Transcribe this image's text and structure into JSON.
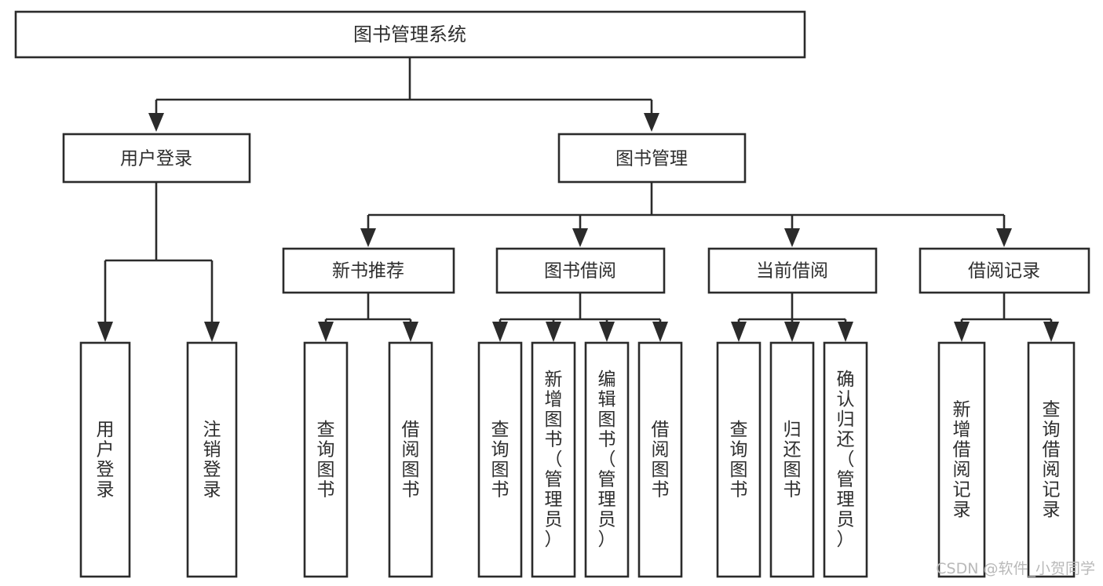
{
  "diagram": {
    "type": "tree-hierarchy-flowchart",
    "title": "图书管理系统",
    "orientation": "top-down",
    "levels": 4,
    "root": {
      "id": "root",
      "label": "图书管理系统",
      "text_orientation": "horizontal"
    },
    "level2": [
      {
        "id": "user-login",
        "label": "用户登录",
        "text_orientation": "horizontal"
      },
      {
        "id": "book-management",
        "label": "图书管理",
        "text_orientation": "horizontal"
      }
    ],
    "level3": [
      {
        "id": "new-book-recommend",
        "label": "新书推荐",
        "text_orientation": "horizontal",
        "parent": "book-management"
      },
      {
        "id": "book-borrow",
        "label": "图书借阅",
        "text_orientation": "horizontal",
        "parent": "book-management"
      },
      {
        "id": "current-borrow",
        "label": "当前借阅",
        "text_orientation": "horizontal",
        "parent": "book-management"
      },
      {
        "id": "borrow-record",
        "label": "借阅记录",
        "text_orientation": "horizontal",
        "parent": "book-management"
      }
    ],
    "leaves": [
      {
        "id": "leaf-user-login",
        "label": "用户登录",
        "text_orientation": "vertical",
        "parent": "user-login"
      },
      {
        "id": "leaf-logout",
        "label": "注销登录",
        "text_orientation": "vertical",
        "parent": "user-login"
      },
      {
        "id": "leaf-query-book-1",
        "label": "查询图书",
        "text_orientation": "vertical",
        "parent": "new-book-recommend"
      },
      {
        "id": "leaf-borrow-book-1",
        "label": "借阅图书",
        "text_orientation": "vertical",
        "parent": "new-book-recommend"
      },
      {
        "id": "leaf-query-book-2",
        "label": "查询图书",
        "text_orientation": "vertical",
        "parent": "book-borrow"
      },
      {
        "id": "leaf-add-book",
        "label": "新增图书（管理员）",
        "text_orientation": "vertical",
        "parent": "book-borrow"
      },
      {
        "id": "leaf-edit-book",
        "label": "编辑图书（管理员）",
        "text_orientation": "vertical",
        "parent": "book-borrow"
      },
      {
        "id": "leaf-borrow-book-2",
        "label": "借阅图书",
        "text_orientation": "vertical",
        "parent": "book-borrow"
      },
      {
        "id": "leaf-query-book-3",
        "label": "查询图书",
        "text_orientation": "vertical",
        "parent": "current-borrow"
      },
      {
        "id": "leaf-return-book",
        "label": "归还图书",
        "text_orientation": "vertical",
        "parent": "current-borrow"
      },
      {
        "id": "leaf-confirm-return",
        "label": "确认归还（管理员）",
        "text_orientation": "vertical",
        "parent": "current-borrow"
      },
      {
        "id": "leaf-add-record",
        "label": "新增借阅记录",
        "text_orientation": "vertical",
        "parent": "borrow-record"
      },
      {
        "id": "leaf-query-record",
        "label": "查询借阅记录",
        "text_orientation": "vertical",
        "parent": "borrow-record"
      }
    ]
  },
  "watermark": {
    "text": "CSDN @软件_小贺同学"
  },
  "colors": {
    "box_stroke": "#2b2b2b",
    "box_fill": "#ffffff",
    "text": "#2e2e2e",
    "connector": "#2b2b2b",
    "watermark": "#b9b9b9",
    "background": "#ffffff"
  }
}
